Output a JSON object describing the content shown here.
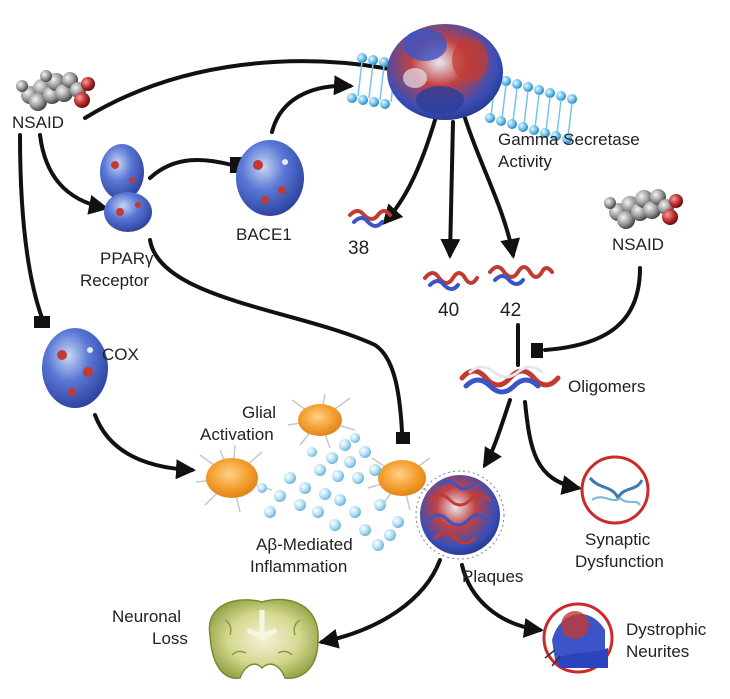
{
  "labels": {
    "nsaid_left": "NSAID",
    "nsaid_right": "NSAID",
    "ppar_line1": "PPARγ",
    "ppar_line2": "Receptor",
    "bace1": "BACE1",
    "gamma_line1": "Gamma Secretase",
    "gamma_line2": "Activity",
    "peptide_38": "38",
    "peptide_40": "40",
    "peptide_42": "42",
    "cox": "COX",
    "oligomers": "Oligomers",
    "glial_line1": "Glial",
    "glial_line2": "Activation",
    "abeta_line1": "Aβ-Mediated",
    "abeta_line2": "Inflammation",
    "plaques": "Plaques",
    "synaptic_line1": "Synaptic",
    "synaptic_line2": "Dysfunction",
    "neuronal_line1": "Neuronal",
    "neuronal_line2": "Loss",
    "dystrophic_line1": "Dystrophic",
    "dystrophic_line2": "Neurites"
  },
  "colors": {
    "arrow": "#111111",
    "protein_blue": "#3b55c8",
    "protein_red": "#c23a32",
    "membrane": "#5ab8e8",
    "glial_cell": "#f39a2a",
    "abeta_particle": "#a9dcf2",
    "brain": "#b8c36a",
    "circle_outline": "#cc2a2a"
  }
}
